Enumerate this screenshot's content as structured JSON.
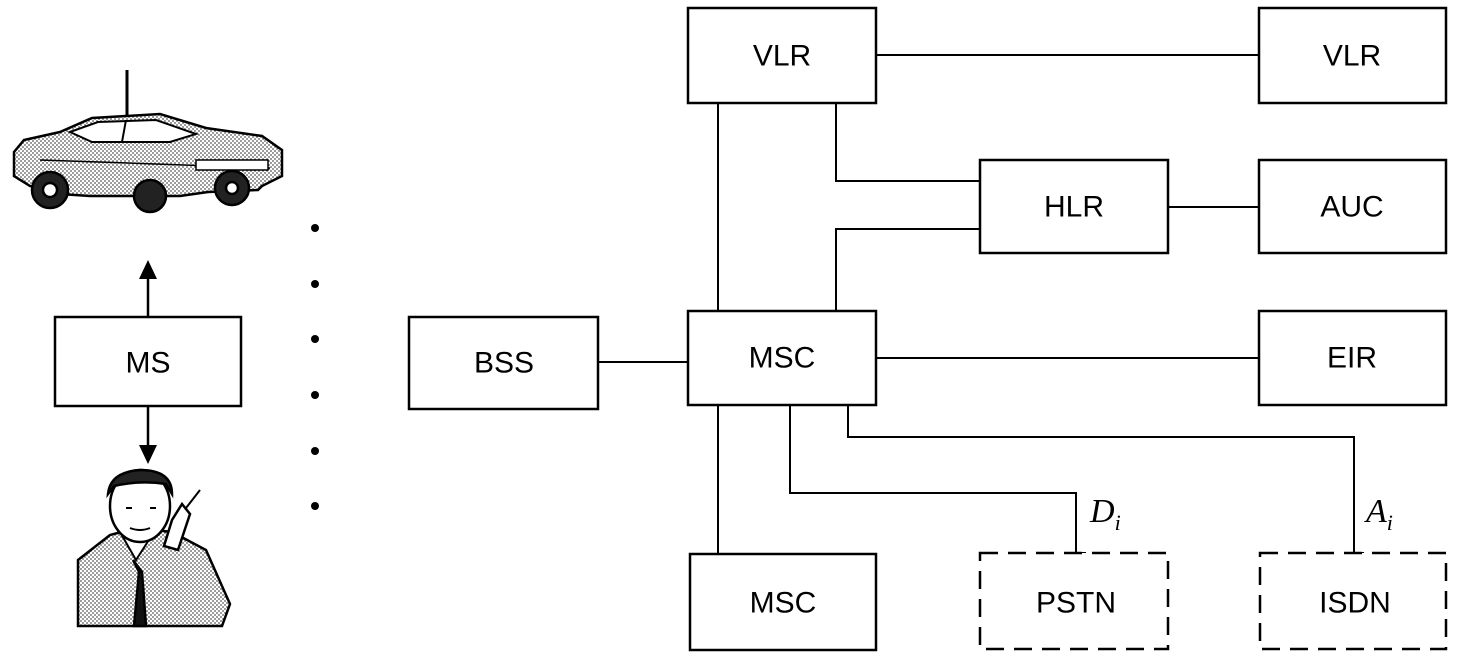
{
  "diagram": {
    "nodes": {
      "ms": "MS",
      "bss": "BSS",
      "msc_main": "MSC",
      "msc_lower": "MSC",
      "vlr_left": "VLR",
      "vlr_right": "VLR",
      "hlr": "HLR",
      "auc": "AUC",
      "eir": "EIR",
      "pstn": "PSTN",
      "isdn": "ISDN"
    },
    "interfaces": {
      "pstn_main": "D",
      "pstn_sub": "i",
      "isdn_main": "A",
      "isdn_sub": "i"
    }
  },
  "colors": {
    "line": "#000000",
    "background": "#ffffff",
    "shading": "#9a9a9a"
  },
  "icons": [
    "car-icon",
    "person-with-phone-icon"
  ]
}
